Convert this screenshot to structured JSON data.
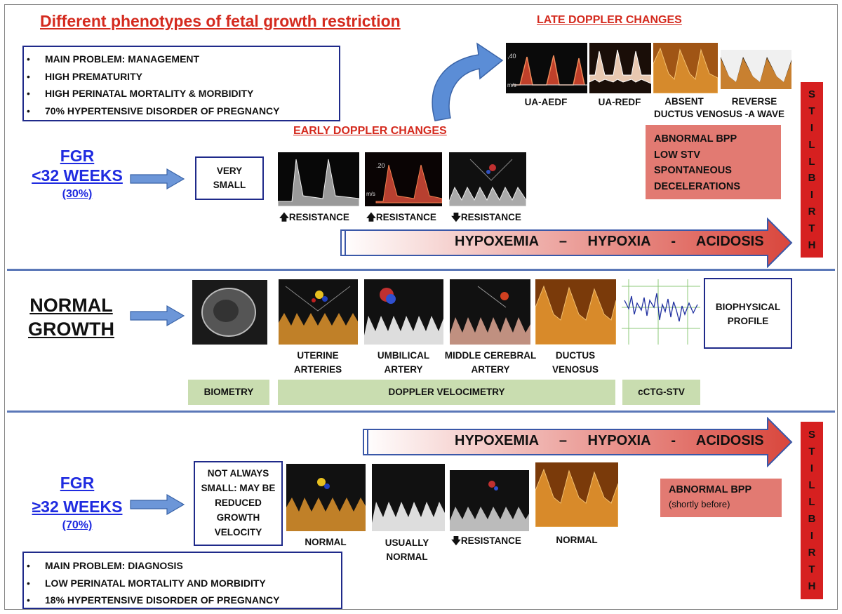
{
  "title": "Different phenotypes of fetal growth restriction",
  "late_doppler": {
    "heading": "LATE DOPPLER CHANGES",
    "axis_value": ",40",
    "axis_unit": "m/s",
    "labels": [
      "UA-AEDF",
      "UA-REDF",
      "ABSENT",
      "REVERSE"
    ],
    "dv_caption": "DUCTUS VENOSUS -A WAVE"
  },
  "early_doppler": {
    "heading": "EARLY DOPPLER CHANGES",
    "axis_value": ".20",
    "axis_unit": "m/s",
    "labels": [
      "RESISTANCE",
      "RESISTANCE",
      "RESISTANCE"
    ],
    "arrows": [
      "up",
      "up",
      "down"
    ]
  },
  "top_bullets": [
    "MAIN PROBLEM: MANAGEMENT",
    "HIGH PREMATURITY",
    "HIGH PERINATAL MORTALITY & MORBIDITY",
    "70% HYPERTENSIVE DISORDER OF PREGNANCY"
  ],
  "fgr_early": {
    "line1": "FGR",
    "line2": "<32 WEEKS",
    "pct": "(30%)",
    "box": "VERY SMALL"
  },
  "late_findings": [
    "ABNORMAL BPP",
    "LOW STV",
    "SPONTANEOUS",
    "DECELERATIONS"
  ],
  "stillbirth_letters": [
    "S",
    "T",
    "I",
    "L",
    "L",
    "B",
    "I",
    "R",
    "T",
    "H"
  ],
  "progression": {
    "w1": "HYPOXEMIA",
    "sep1": "–",
    "w2": "HYPOXIA",
    "sep2": "-",
    "w3": "ACIDOSIS"
  },
  "normal": {
    "label_line1": "NORMAL",
    "label_line2": "GROWTH",
    "captions": [
      "UTERINE ARTERIES",
      "UMBILICAL ARTERY",
      "MIDDLE CEREBRAL ARTERY",
      "DUCTUS VENOSUS"
    ],
    "bpp": "BIOPHYSICAL PROFILE",
    "categories": [
      "BIOMETRY",
      "DOPPLER VELOCIMETRY",
      "cCTG-STV"
    ]
  },
  "fgr_late": {
    "line1": "FGR",
    "line2": "≥32 WEEKS",
    "pct": "(70%)",
    "box": "NOT ALWAYS SMALL: MAY BE REDUCED GROWTH VELOCITY",
    "captions": [
      "NORMAL",
      "USUALLY NORMAL",
      "RESISTANCE",
      "NORMAL"
    ],
    "bpp": "ABNORMAL BPP",
    "bpp_note": "(shortly before)"
  },
  "bottom_bullets": [
    "MAIN PROBLEM: DIAGNOSIS",
    "LOW PERINATAL MORTALITY AND MORBIDITY",
    "18% HYPERTENSIVE DISORDER OF PREGNANCY"
  ],
  "colors": {
    "red_title": "#d42a1e",
    "blue_link": "#1f2be0",
    "box_border": "#1f2a8a",
    "stillbirth": "#d62020",
    "pink": "#e27a72",
    "green": "#c9ddb0",
    "arrow_end": "#d9463c"
  }
}
